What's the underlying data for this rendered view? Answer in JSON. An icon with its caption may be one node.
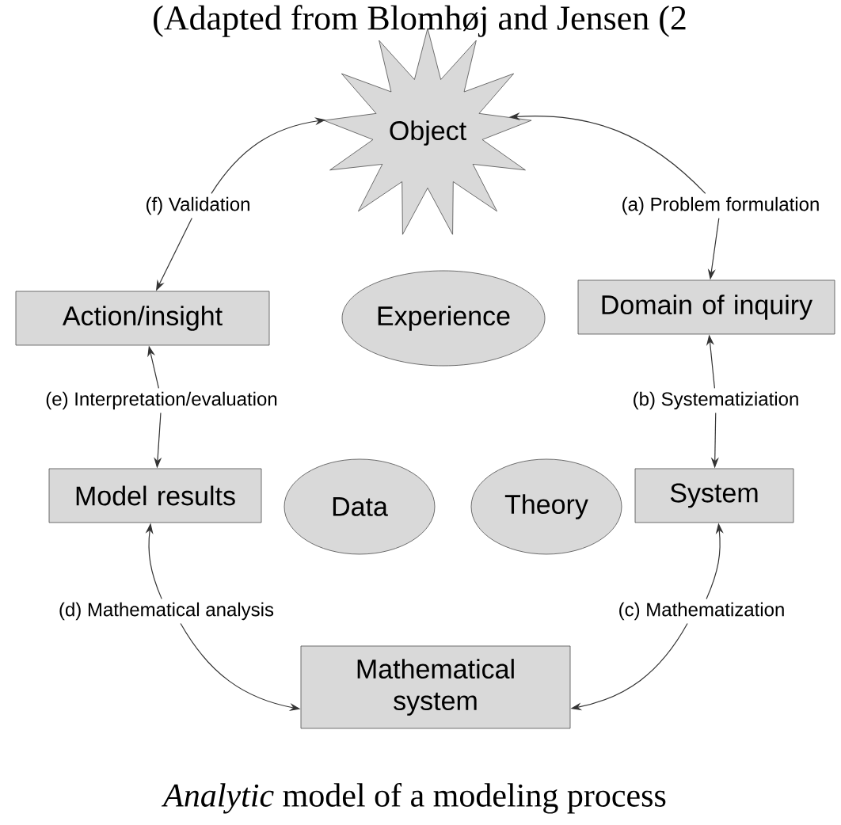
{
  "diagram": {
    "title": "(Adapted from Blomhøj and Jensen (2",
    "caption": "*Analytic* model of a modeling process",
    "nodes": [
      {
        "text": [
          "Object"
        ]
      },
      {
        "text": [
          "(f) Validation"
        ]
      },
      {
        "text": [
          "(a) Problem formulation"
        ]
      },
      {
        "text": [
          "Action/insight"
        ]
      },
      {
        "text": [
          "Experience"
        ]
      },
      {
        "text": [
          "Domain of inquiry"
        ]
      },
      {
        "text": [
          "(e) Interpretation/evaluation"
        ]
      },
      {
        "text": [
          "(b) Systematiziation"
        ]
      },
      {
        "text": [
          "Model results"
        ]
      },
      {
        "text": [
          "Data"
        ]
      },
      {
        "text": [
          "Theory"
        ]
      },
      {
        "text": [
          "System"
        ]
      },
      {
        "text": [
          "(d) Mathematical analysis"
        ]
      },
      {
        "text": [
          "(c) Mathematization"
        ]
      },
      {
        "text": [
          "Mathematical system"
        ]
      }
    ],
    "edges": [
      {
        "from": 1,
        "to": 0,
        "arrow": "to"
      },
      {
        "from": 1,
        "to": 3,
        "arrow": "to"
      },
      {
        "from": 2,
        "to": 0,
        "arrow": "to"
      },
      {
        "from": 2,
        "to": 5,
        "arrow": "to"
      },
      {
        "from": 6,
        "to": 3,
        "arrow": "to"
      },
      {
        "from": 6,
        "to": 8,
        "arrow": "to"
      },
      {
        "from": 7,
        "to": 5,
        "arrow": "to"
      },
      {
        "from": 7,
        "to": 11,
        "arrow": "to"
      },
      {
        "from": 12,
        "to": 8,
        "arrow": "to"
      },
      {
        "from": 12,
        "to": 14,
        "arrow": "to"
      },
      {
        "from": 13,
        "to": 11,
        "arrow": "to"
      },
      {
        "from": 13,
        "to": 14,
        "arrow": "to"
      }
    ]
  }
}
